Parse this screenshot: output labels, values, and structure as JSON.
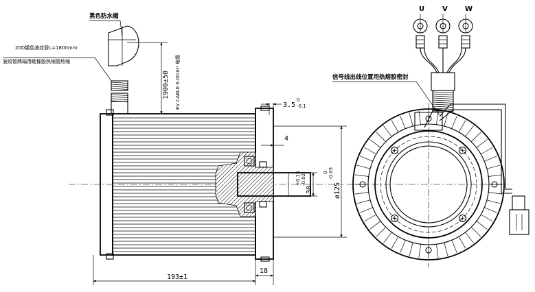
{
  "notes": {
    "cap": "黑色防水帽",
    "tube_spec": "20D镀色波纹管L=1800mm",
    "tube_ends": "波纹管两端用硅橡胶热缩管热缩",
    "signal_seal": "信号线出线位置用热熔胶密封"
  },
  "cable": {
    "length_value": "1900",
    "length_tol": "±50",
    "spec": "EV CABLE 6.0mm² 电缆"
  },
  "phases": [
    "U",
    "V",
    "W"
  ],
  "dims": {
    "shaft_step_base": "3.5",
    "shaft_step_upper": "0",
    "shaft_step_lower": "-0.1",
    "key_width": "4",
    "shaft_dia_base": "30",
    "shaft_dia_upper": "+0.15",
    "shaft_dia_lower": "-0.02",
    "flange_dia_base": "ø125",
    "flange_dia_upper": "0",
    "flange_dia_lower": "-0.03",
    "body_length": "193±1",
    "shaft_length": "18"
  }
}
